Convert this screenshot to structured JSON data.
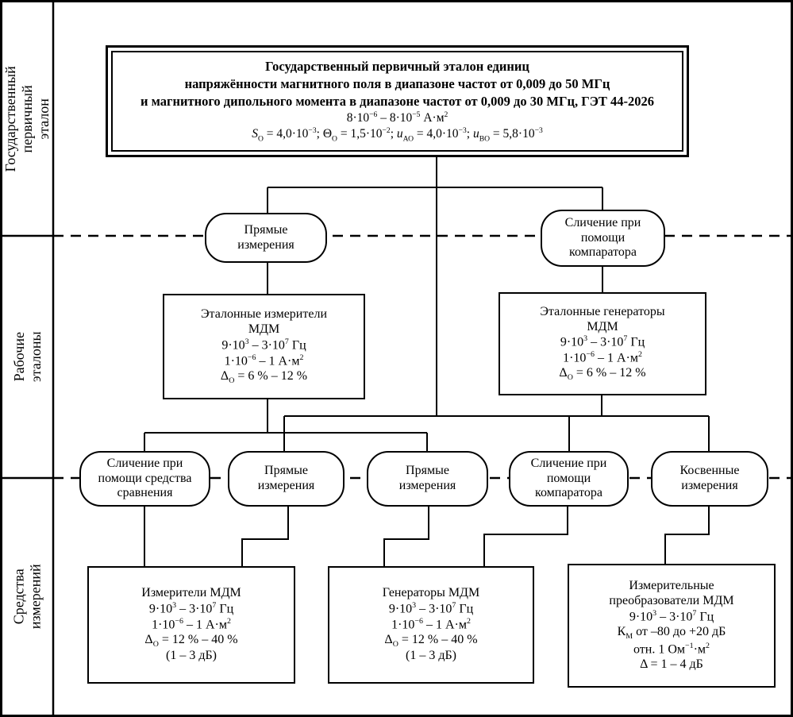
{
  "sidebar": {
    "rows": [
      {
        "label": "Государственный\nпервичный эталон"
      },
      {
        "label": "Рабочие эталоны"
      },
      {
        "label": "Средства измерений"
      }
    ]
  },
  "primary_standard": {
    "title_lines": [
      "Государственный первичный эталон единиц",
      "напряжённости магнитного поля в диапазоне частот от 0,009 до 50 МГц",
      "и магнитного дипольного момента в диапазоне частот от 0,009 до 30 МГц, ГЭТ 44-2026"
    ],
    "formula_lines": [
      "8·10<sup>−6</sup> – 8·10<sup>−5</sup> А·м<sup>2</sup>",
      "<i>S</i><sub>О</sub> = 4,0·10<sup>−3</sup>; Θ<sub>О</sub> = 1,5·10<sup>−2</sup>; <i>u</i><sub>АО</sub> = 4,0·10<sup>−3</sup>; <i>u</i><sub>ВО</sub> = 5,8·10<sup>−3</sup>"
    ]
  },
  "transfer_methods_top": [
    {
      "label": "Прямые\nизмерения"
    },
    {
      "label": "Сличение при\nпомощи\nкомпаратора"
    }
  ],
  "working_standards": [
    {
      "lines": [
        "Эталонные измерители",
        "МДМ",
        "9·10<sup>3</sup> – 3·10<sup>7</sup> Гц",
        "1·10<sup>−6</sup> – 1 А·м<sup>2</sup>",
        "Δ<sub>О</sub> = 6 % – 12 %"
      ]
    },
    {
      "lines": [
        "Эталонные генераторы",
        "МДМ",
        "9·10<sup>3</sup> – 3·10<sup>7</sup> Гц",
        "1·10<sup>−6</sup> – 1 А·м<sup>2</sup>",
        "Δ<sub>О</sub> = 6 % – 12 %"
      ]
    }
  ],
  "transfer_methods_bottom": [
    {
      "label": "Сличение при\nпомощи средства\nсравнения"
    },
    {
      "label": "Прямые\nизмерения"
    },
    {
      "label": "Прямые\nизмерения"
    },
    {
      "label": "Сличение при\nпомощи\nкомпаратора"
    },
    {
      "label": "Косвенные\nизмерения"
    }
  ],
  "instruments": [
    {
      "lines": [
        "Измерители МДМ",
        "9·10<sup>3</sup> – 3·10<sup>7</sup> Гц",
        "1·10<sup>−6</sup> – 1 А·м<sup>2</sup>",
        "Δ<sub>О</sub> = 12 % – 40 %",
        "(1 – 3 дБ)"
      ]
    },
    {
      "lines": [
        "Генераторы МДМ",
        "9·10<sup>3</sup> – 3·10<sup>7</sup> Гц",
        "1·10<sup>−6</sup> – 1 А·м<sup>2</sup>",
        "Δ<sub>О</sub> = 12 % – 40 %",
        "(1 – 3 дБ)"
      ]
    },
    {
      "lines": [
        "Измерительные",
        "преобразователи МДМ",
        "9·10<sup>3</sup> – 3·10<sup>7</sup> Гц",
        "К<sub>М</sub> от –80 до +20 дБ",
        "отн. 1 Ом<sup>−1</sup>·м<sup>2</sup>",
        "Δ = 1 – 4 дБ"
      ]
    }
  ]
}
